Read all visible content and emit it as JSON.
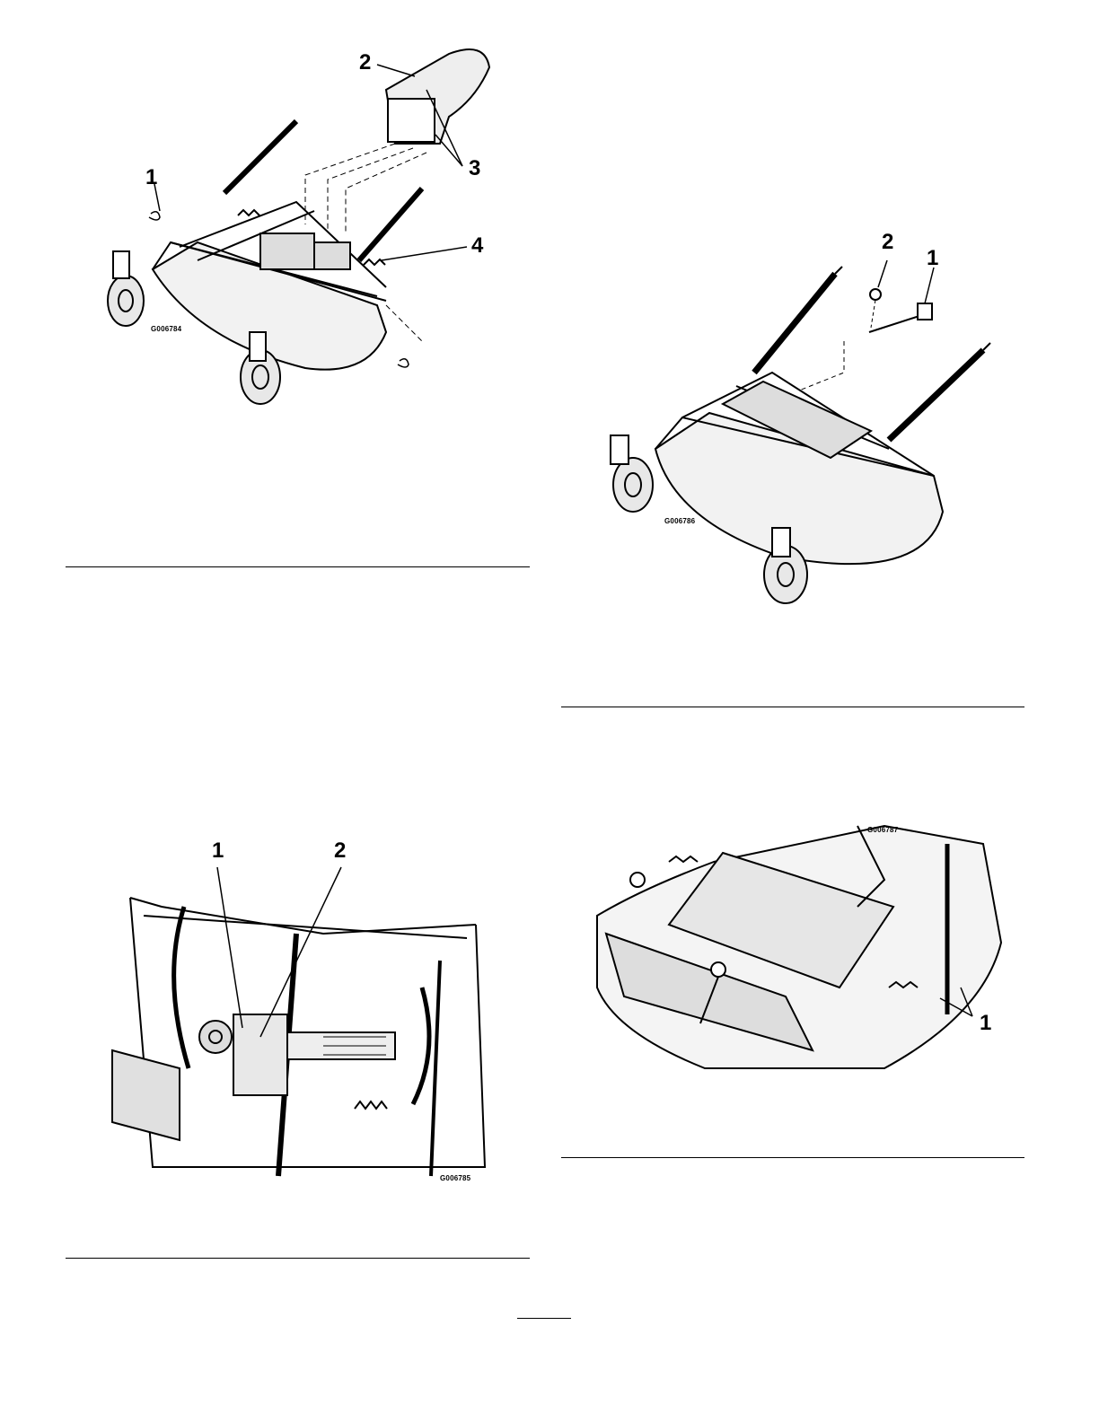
{
  "figures": [
    {
      "id": "fig-a",
      "code": "G006784",
      "callouts": [
        "1",
        "2",
        "3",
        "4"
      ]
    },
    {
      "id": "fig-b",
      "code": "G006786",
      "callouts": [
        "1",
        "2"
      ]
    },
    {
      "id": "fig-c",
      "code": "G006785",
      "callouts": [
        "1",
        "2"
      ]
    },
    {
      "id": "fig-d",
      "code": "G006787",
      "callouts": [
        "1"
      ]
    }
  ]
}
